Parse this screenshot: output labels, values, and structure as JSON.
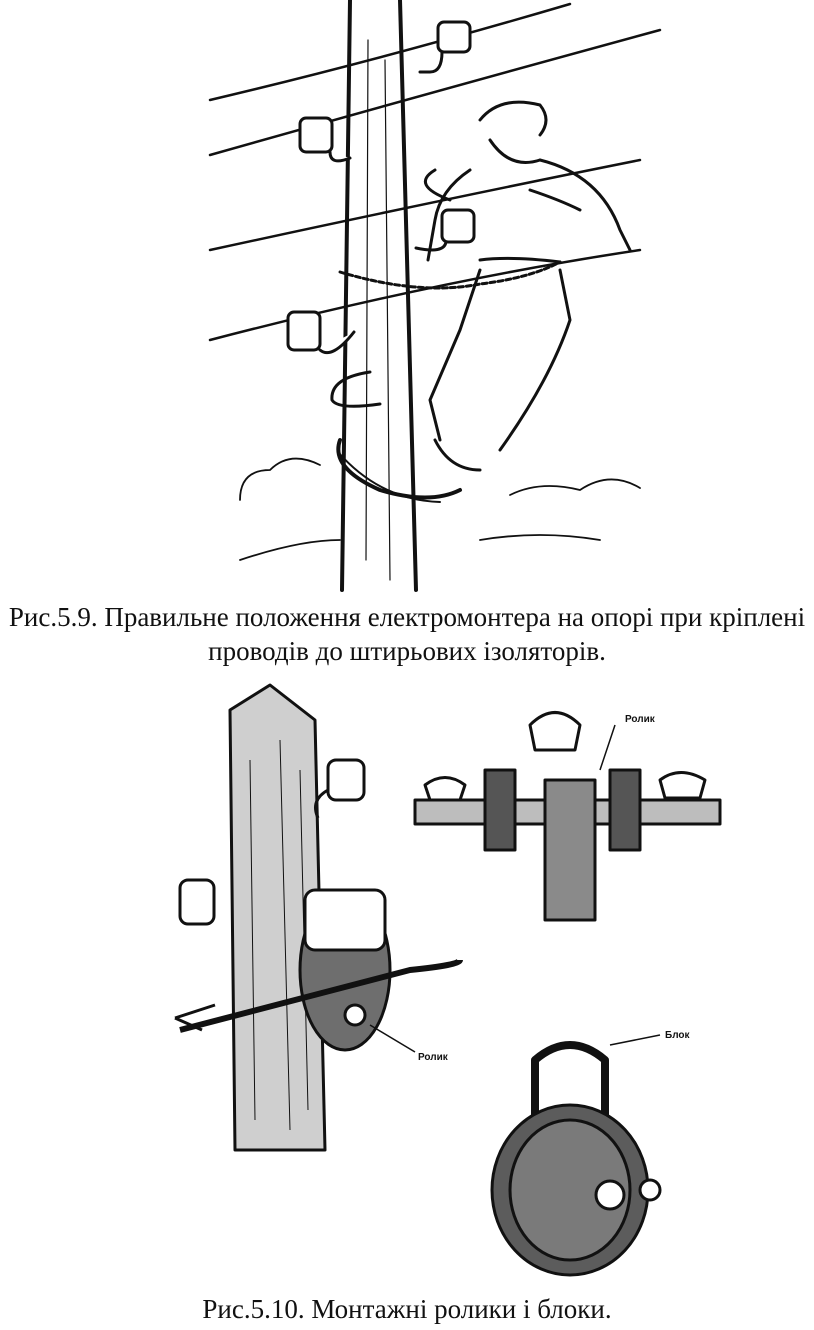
{
  "figure_5_9": {
    "caption_line1": "Рис.5.9. Правильне положення електромонтера на опорі при кріплені",
    "caption_line2": "проводів до штирьових ізоляторів."
  },
  "figure_5_10": {
    "caption": "Рис.5.10. Монтажні ролики і блоки.",
    "labels": {
      "roller_top": "Ролик",
      "roller_left": "Ролик",
      "block": "Блок"
    }
  }
}
